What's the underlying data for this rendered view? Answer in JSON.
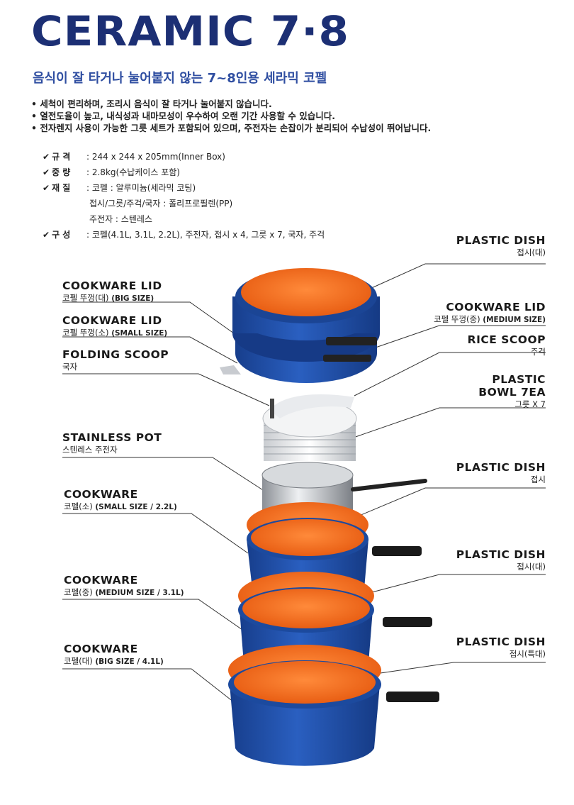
{
  "title": "CERAMIC 7·8",
  "subtitle": "음식이 잘 타거나 눌어붙지 않는 7~8인용 세라믹 코펠",
  "bullets": [
    "세척이 편리하며, 조리시 음식이 잘 타거나 눌어붙지 않습니다.",
    "열전도율이 높고, 내식성과 내마모성이 우수하여 오랜 기간 사용할 수 있습니다.",
    "전자렌지 사용이 가능한 그릇 세트가 포함되어 있으며, 주전자는 손잡이가 분리되어 수납성이 뛰어납니다."
  ],
  "specs": {
    "size_key": "규 격",
    "size_val": ": 244 x 244 x 205mm(Inner Box)",
    "weight_key": "중 량",
    "weight_val": ": 2.8kg(수납케이스 포함)",
    "material_key": "재 질",
    "material_val1": ": 코펠 : 알루미늄(세라믹 코팅)",
    "material_val2": "접시/그릇/주걱/국자 : 폴리프로필렌(PP)",
    "material_val3": "주전자 : 스텐레스",
    "composition_key": "구 성",
    "composition_val": ": 코펠(4.1L, 3.1L, 2.2L), 주전자, 접시 x 4, 그릇 x 7, 국자, 주걱"
  },
  "labels": {
    "plastic_dish_top_en": "PLASTIC DISH",
    "plastic_dish_top_ko": "접시(대)",
    "lid_big_en": "COOKWARE LID",
    "lid_big_ko": "코펠 뚜껑(대)",
    "lid_big_size": "(BIG SIZE)",
    "lid_small_en": "COOKWARE LID",
    "lid_small_ko": "코펠 뚜껑(소)",
    "lid_small_size": "(SMALL SIZE)",
    "lid_medium_en": "COOKWARE LID",
    "lid_medium_ko": "코펠 뚜껑(중)",
    "lid_medium_size": "(MEDIUM SIZE)",
    "folding_scoop_en": "FOLDING SCOOP",
    "folding_scoop_ko": "국자",
    "rice_scoop_en": "RICE SCOOP",
    "rice_scoop_ko": "주걱",
    "bowl_en1": "PLASTIC",
    "bowl_en2": "BOWL 7EA",
    "bowl_ko": "그릇 X 7",
    "pot_en": "STAINLESS POT",
    "pot_ko": "스텐레스 주전자",
    "dish_mid_en": "PLASTIC DISH",
    "dish_mid_ko": "접시",
    "cook_small_en": "COOKWARE",
    "cook_small_ko": "코펠(소)",
    "cook_small_size": "(SMALL SIZE / 2.2L)",
    "dish_large_en": "PLASTIC DISH",
    "dish_large_ko": "접시(대)",
    "cook_medium_en": "COOKWARE",
    "cook_medium_ko": "코펠(중)",
    "cook_medium_size": "(MEDIUM SIZE / 3.1L)",
    "dish_xl_en": "PLASTIC DISH",
    "dish_xl_ko": "접시(특대)",
    "cook_big_en": "COOKWARE",
    "cook_big_ko": "코펠(대)",
    "cook_big_size": "(BIG SIZE / 4.1L)"
  },
  "colors": {
    "title": "#1c2f74",
    "subtitle": "#2f4ea1",
    "pot_blue": "#1f4ea8",
    "pot_orange": "#f06a1c"
  }
}
